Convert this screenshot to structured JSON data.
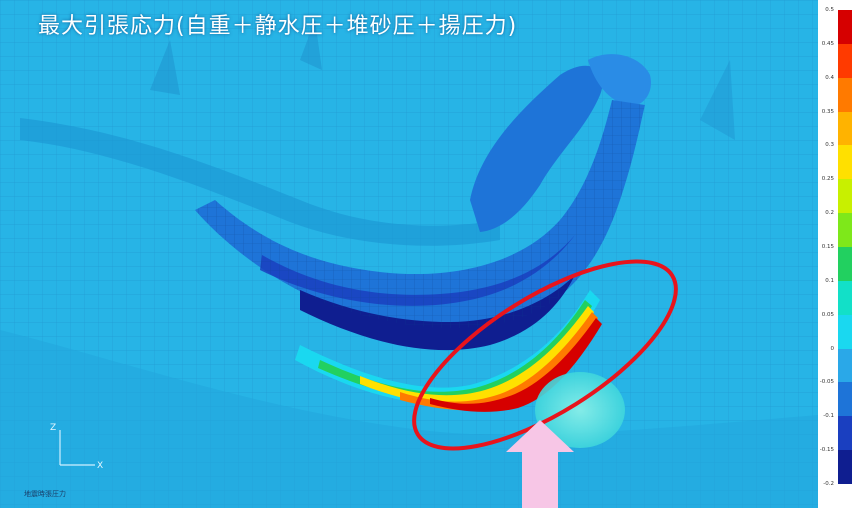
{
  "title": "最大引張応力(自重＋静水圧＋堆砂圧＋揚圧力)",
  "footnote": "地震時張圧力",
  "legend": {
    "ticks": [
      "0.5",
      "0.45",
      "0.4",
      "0.35",
      "0.3",
      "0.25",
      "0.2",
      "0.15",
      "0.1",
      "0.05",
      "0",
      "-0.05",
      "-0.1",
      "-0.15",
      "-0.2"
    ],
    "colors": [
      "#d60000",
      "#ff3a00",
      "#ff7a00",
      "#ffb300",
      "#ffe000",
      "#c8f000",
      "#7ee81a",
      "#22d060",
      "#12e0c8",
      "#1ad8f0",
      "#2aa8e8",
      "#1e74d8",
      "#1a3fc0",
      "#0f1e90"
    ]
  },
  "annotation": {
    "ellipse_color": "#e8141c",
    "arrow_color": "#f7c6e6"
  },
  "axis_labels": {
    "z": "Z",
    "x": "X"
  }
}
